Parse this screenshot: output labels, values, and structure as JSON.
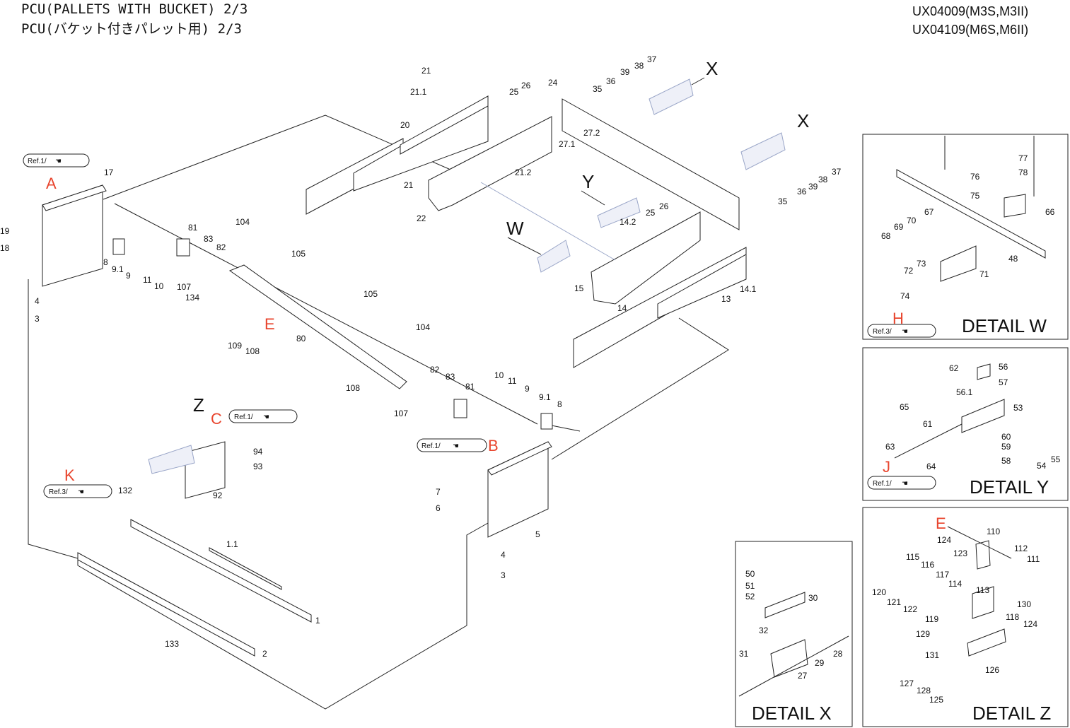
{
  "header": {
    "title_en": "PCU(PALLETS WITH BUCKET)  2/3",
    "title_jp": "PCU(バケット付きパレット用)  2/3",
    "code_1": "UX04009(M3S,M3II)",
    "code_2": "UX04109(M6S,M6II)"
  },
  "view_letters": {
    "x1": "X",
    "x2": "X",
    "y": "Y",
    "w": "W",
    "z": "Z"
  },
  "ref_letters": {
    "a": "A",
    "b": "B",
    "c": "C",
    "e": "E",
    "k": "K",
    "h": "H",
    "j": "J",
    "e2": "E"
  },
  "ref_tags": {
    "ref_a": "Ref.1/",
    "ref_b": "Ref.1/",
    "ref_c": "Ref.1/",
    "ref_k": "Ref.3/",
    "ref_h": "Ref.3/",
    "ref_j": "Ref.1/"
  },
  "detail_titles": {
    "w": "DETAIL W",
    "y": "DETAIL Y",
    "x": "DETAIL X",
    "z": "DETAIL Z"
  },
  "part_numbers": {
    "p21a": "21",
    "p21_1": "21.1",
    "p25a": "25",
    "p26a": "26",
    "p24": "24",
    "p35a": "35",
    "p36a": "36",
    "p39a": "39",
    "p38a": "38",
    "p37a": "37",
    "p20": "20",
    "p27_1": "27.1",
    "p27_2": "27.2",
    "p21b": "21",
    "p21_2": "21.2",
    "p22": "22",
    "p37b": "37",
    "p38b": "38",
    "p39b": "39",
    "p36b": "36",
    "p35b": "35",
    "p17": "17",
    "p19": "19",
    "p18": "18",
    "p8a": "8",
    "p9_1a": "9.1",
    "p9a": "9",
    "p11a": "11",
    "p10a": "10",
    "p4a": "4",
    "p3a": "3",
    "p81a": "81",
    "p83a": "83",
    "p82a": "82",
    "p104a": "104",
    "p105a": "105",
    "p107a": "107",
    "p134": "134",
    "p109": "109",
    "p108a": "108",
    "p80": "80",
    "p105b": "105",
    "p104b": "104",
    "p25b": "25",
    "p26b": "26",
    "p14_2": "14.2",
    "p15": "15",
    "p14": "14",
    "p13": "13",
    "p14_1": "14.1",
    "p108b": "108",
    "p107b": "107",
    "p82b": "82",
    "p83b": "83",
    "p81b": "81",
    "p10b": "10",
    "p11b": "11",
    "p9b": "9",
    "p9_1b": "9.1",
    "p8b": "8",
    "p94": "94",
    "p93": "93",
    "p92": "92",
    "p132": "132",
    "p7": "7",
    "p6": "6",
    "p5": "5",
    "p4b": "4",
    "p3b": "3",
    "p1_1": "1.1",
    "p1": "1",
    "p133": "133",
    "p2": "2",
    "w77": "77",
    "w78": "78",
    "w76": "76",
    "w75": "75",
    "w66": "66",
    "w67": "67",
    "w70": "70",
    "w69": "69",
    "w68": "68",
    "w48": "48",
    "w73": "73",
    "w72": "72",
    "w71": "71",
    "w74": "74",
    "y62": "62",
    "y56": "56",
    "y57": "57",
    "y56_1": "56.1",
    "y53": "53",
    "y65": "65",
    "y61": "61",
    "y60": "60",
    "y59": "59",
    "y58": "58",
    "y63": "63",
    "y64": "64",
    "y54": "54",
    "y55": "55",
    "x50": "50",
    "x51": "51",
    "x52": "52",
    "x30": "30",
    "x32": "32",
    "x31": "31",
    "x29": "29",
    "x28": "28",
    "x27": "27",
    "z110": "110",
    "z124a": "124",
    "z123": "123",
    "z112": "112",
    "z111": "111",
    "z115": "115",
    "z116": "116",
    "z117": "117",
    "z114": "114",
    "z120": "120",
    "z121": "121",
    "z122": "122",
    "z113": "113",
    "z130": "130",
    "z119": "119",
    "z118": "118",
    "z124b": "124",
    "z129": "129",
    "z131": "131",
    "z126": "126",
    "z127": "127",
    "z128": "128",
    "z125": "125"
  }
}
